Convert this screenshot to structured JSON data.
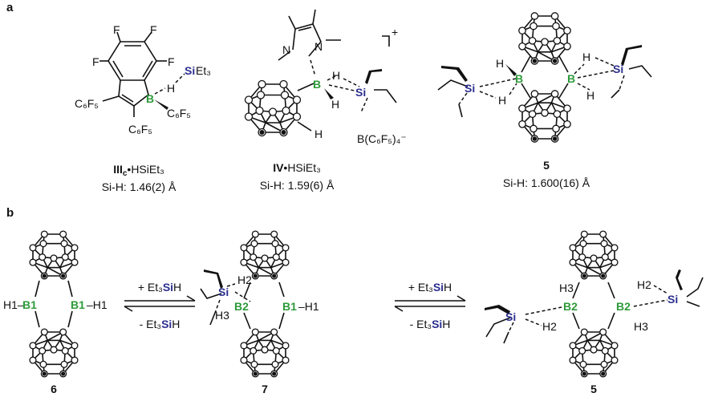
{
  "panels": {
    "a": "a",
    "b": "b"
  },
  "colors": {
    "silicon": "#2b2f8f",
    "boron": "#2e9a3a"
  },
  "compound_IIIc": {
    "F": "F",
    "Si": "Si",
    "Et3": "Et₃",
    "H": "H",
    "B": "B",
    "C6F5": "C₆F₅",
    "name_bold": "III",
    "name_sub": "c",
    "name_rest": "•HSiEt₃",
    "si_h": "Si-H: 1.46(2) Å"
  },
  "compound_IV": {
    "N": "N",
    "B": "B",
    "H": "H",
    "Si": "Si",
    "charge": "+",
    "anion": "B(C₆F₅)₄⁻",
    "name_bold": "IV",
    "name_rest": "•HSiEt₃",
    "si_h": "Si-H: 1.59(6) Å"
  },
  "compound_5a": {
    "B": "B",
    "H": "H",
    "Si": "Si",
    "name": "5",
    "si_h": "Si-H: 1.600(16) Å"
  },
  "scheme": {
    "c6": {
      "left": "H1–",
      "B1": "B1",
      "right": "–H1",
      "name": "6"
    },
    "arrow1": {
      "plus_pre": "+ Et₃",
      "plus_si": "Si",
      "plus_post": "H",
      "minus_pre": "- Et₃",
      "minus_si": "Si",
      "minus_post": "H"
    },
    "c7": {
      "Si": "Si",
      "H2": "H2",
      "H3": "H3",
      "B2": "B2",
      "B1": "B1",
      "H1": "–H1",
      "name": "7"
    },
    "arrow2": {
      "plus_pre": "+ Et₃",
      "plus_si": "Si",
      "plus_post": "H",
      "minus_pre": "- Et₃",
      "minus_si": "Si",
      "minus_post": "H"
    },
    "c5": {
      "Si": "Si",
      "B2": "B2",
      "H2": "H2",
      "H3": "H3",
      "name": "5"
    }
  }
}
